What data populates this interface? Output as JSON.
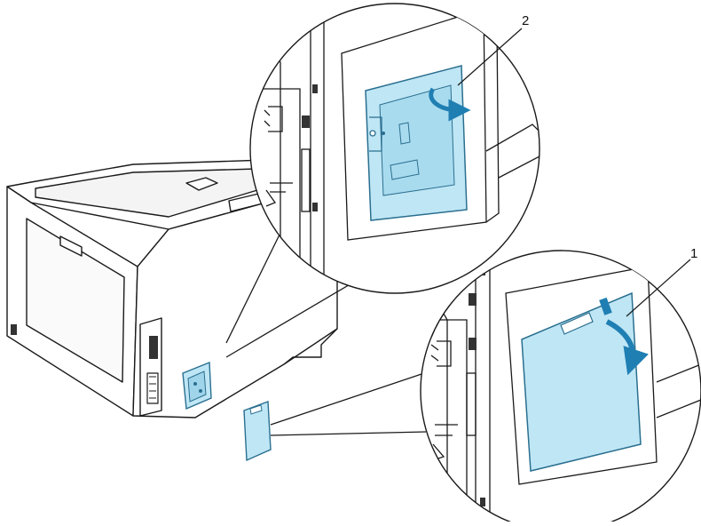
{
  "figure": {
    "callouts": [
      {
        "label": "1",
        "part": "access-cover"
      },
      {
        "label": "2",
        "part": "inner-cover"
      }
    ],
    "colors": {
      "line": "#1a1a1a",
      "body": "#ffffff",
      "cover_fill": "#bfe6f5",
      "cover_stroke": "#2a6f8f",
      "arrow": "#1f7fb3",
      "shade": "#9a9a9a"
    },
    "icons": [
      "curved-arrow-icon",
      "curved-arrow-icon"
    ]
  }
}
